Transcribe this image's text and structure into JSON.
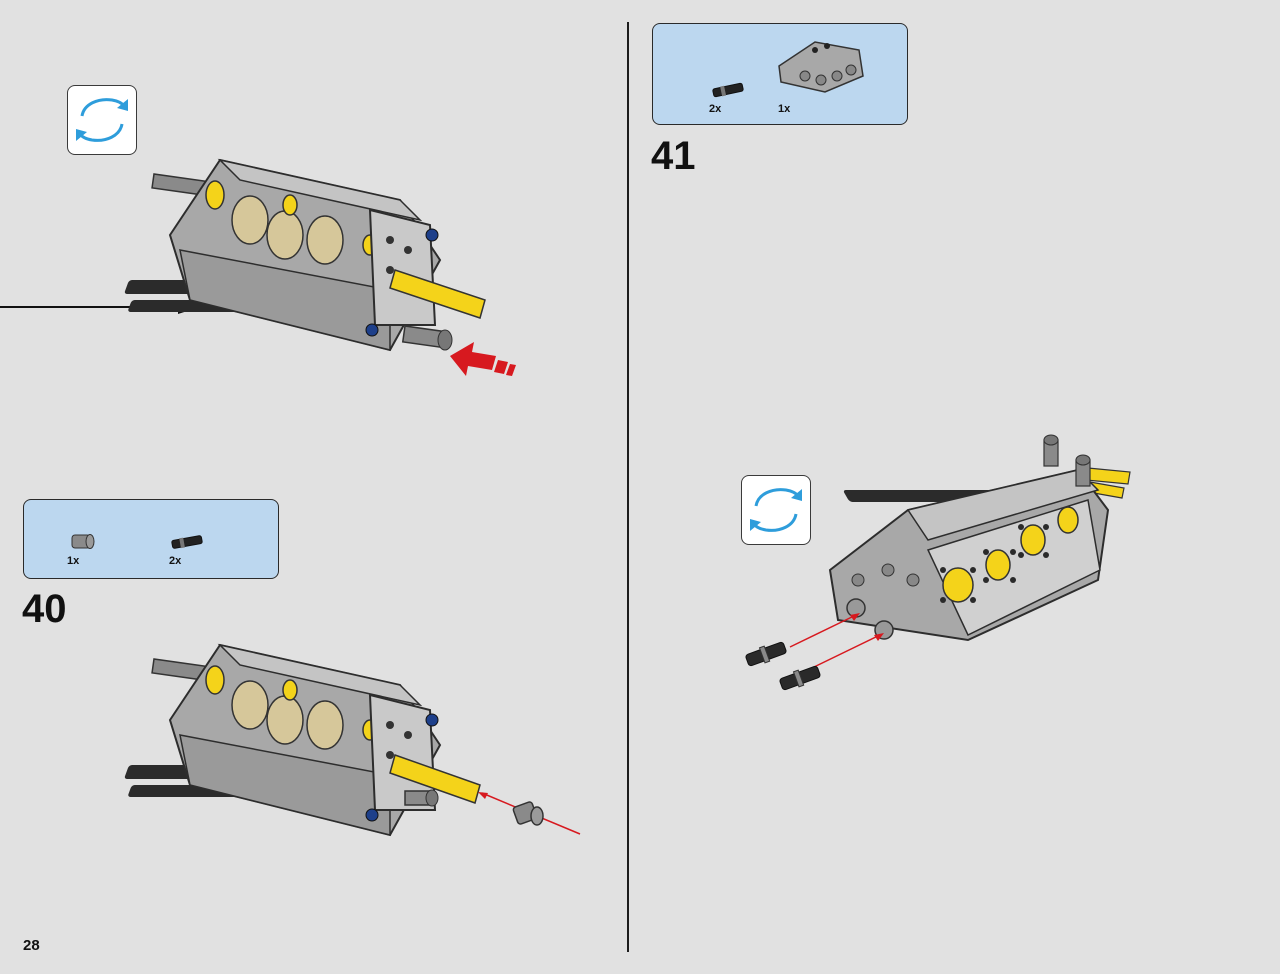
{
  "page_number": "28",
  "steps": [
    {
      "number": "40",
      "parts": [
        {
          "name": "bush",
          "qty": "1x"
        },
        {
          "name": "long-friction-pin",
          "qty": "2x"
        }
      ]
    },
    {
      "number": "41",
      "parts": [
        {
          "name": "long-friction-pin",
          "qty": "2x"
        },
        {
          "name": "engine-block-connector",
          "qty": "1x"
        }
      ]
    }
  ],
  "icons": {
    "rotate": "rotate-model-icon",
    "insert_arrow": "red-insert-arrow"
  },
  "colors": {
    "page_bg": "#e1e1e1",
    "parts_box": "#bcd7ef",
    "rotate_arrows": "#2e9ddb",
    "arrow_red": "#d7191f",
    "lego_yellow": "#f4d31a",
    "lego_gray": "#a3a3a3",
    "lego_tan": "#d6c79a"
  }
}
